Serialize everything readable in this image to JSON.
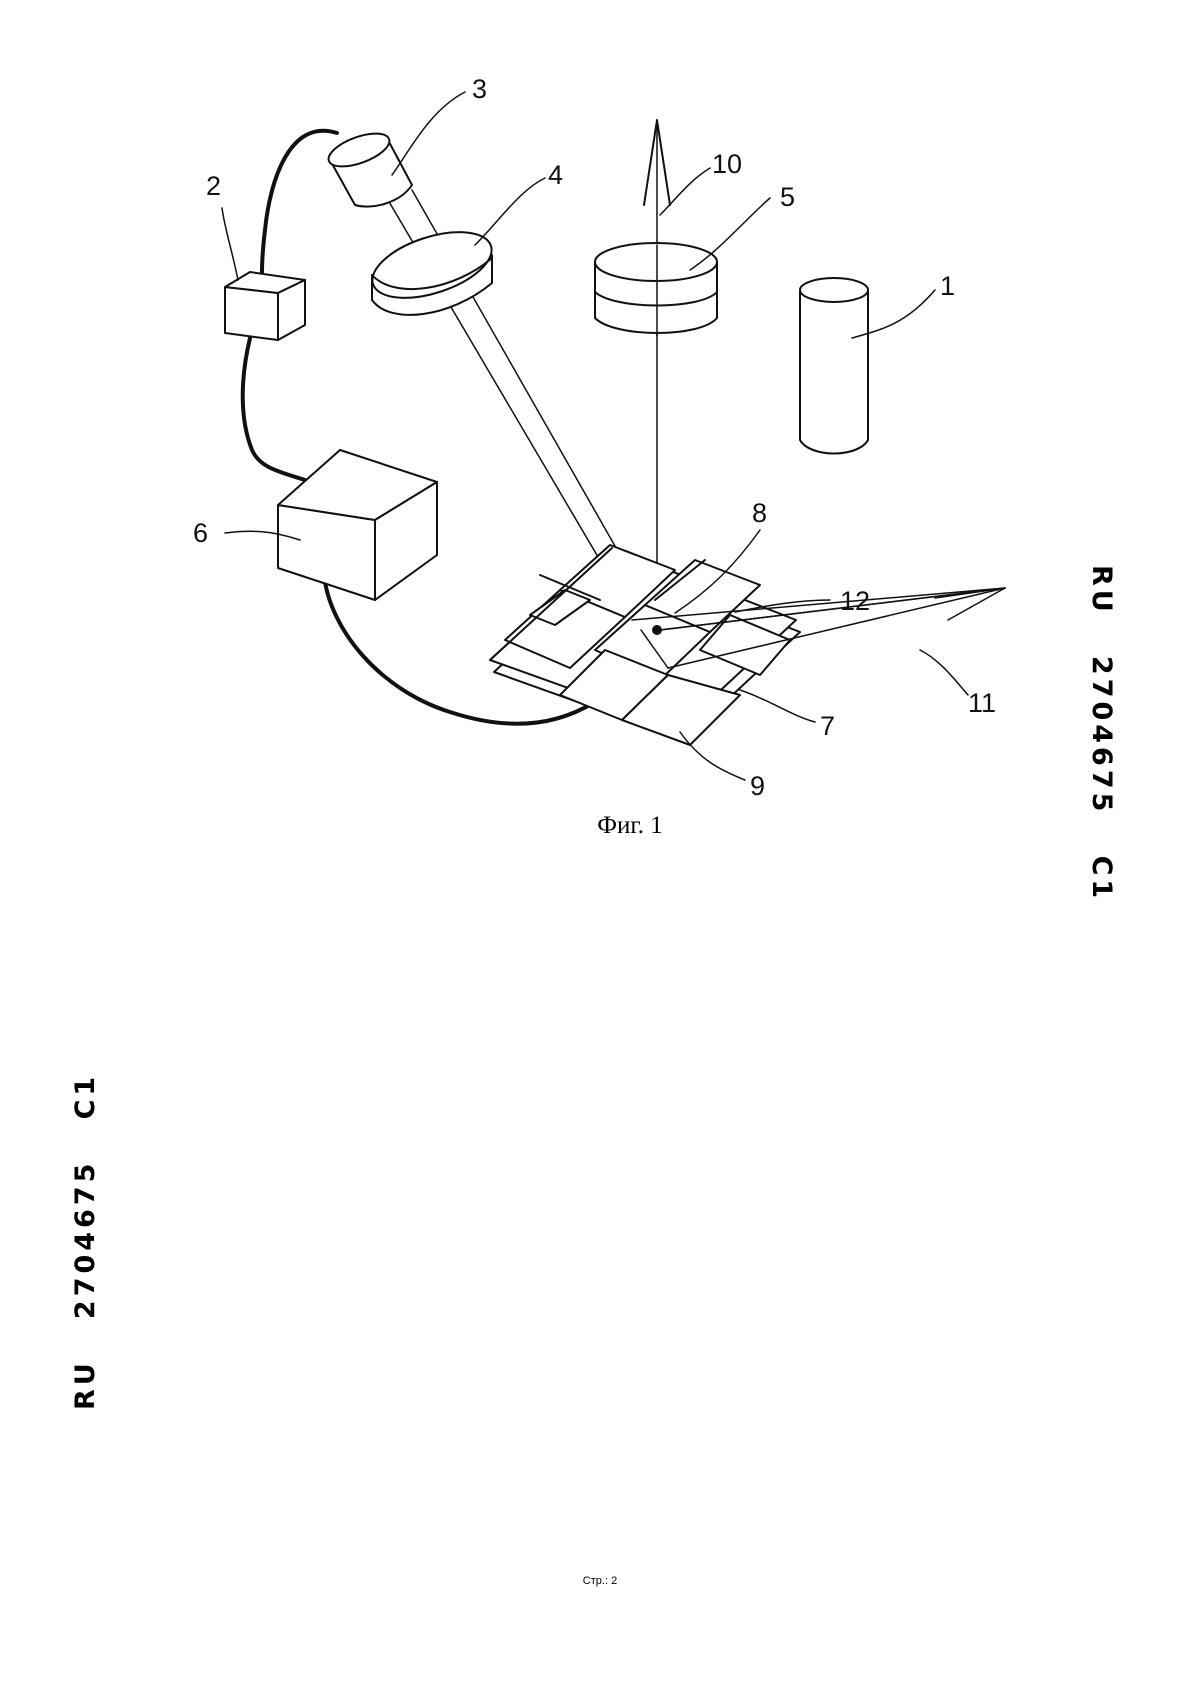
{
  "figure": {
    "caption": "Фиг. 1",
    "labels": {
      "l1": "1",
      "l2": "2",
      "l3": "3",
      "l4": "4",
      "l5": "5",
      "l6": "6",
      "l7": "7",
      "l8": "8",
      "l9": "9",
      "l10": "10",
      "l11": "11",
      "l12": "12"
    }
  },
  "side_codes": {
    "right": "RU   2704675   C1",
    "left": "RU   2704675   C1"
  },
  "page_number": "Стр.: 2"
}
